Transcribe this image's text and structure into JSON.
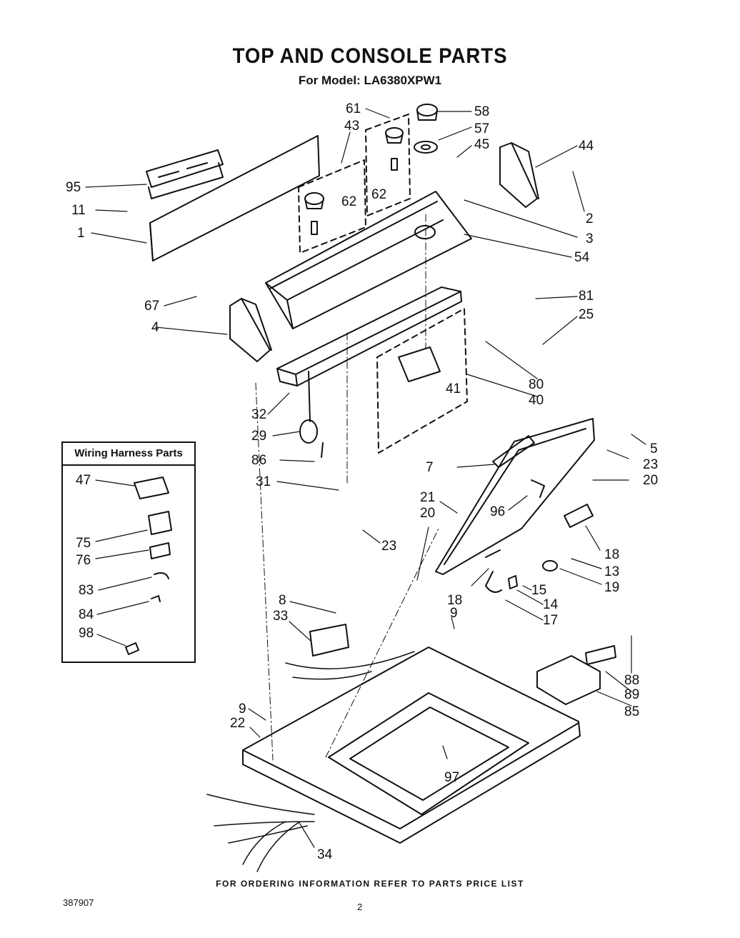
{
  "title": "TOP AND CONSOLE PARTS",
  "subtitle": "For Model: LA6380XPW1",
  "harness_box_title": "Wiring Harness Parts",
  "footer_note": "FOR ORDERING INFORMATION REFER TO PARTS PRICE LIST",
  "doc_number": "387907",
  "page_number": "2",
  "callouts": [
    {
      "id": "61",
      "label": "61"
    },
    {
      "id": "58",
      "label": "58"
    },
    {
      "id": "43",
      "label": "43"
    },
    {
      "id": "57",
      "label": "57"
    },
    {
      "id": "45",
      "label": "45"
    },
    {
      "id": "44",
      "label": "44"
    },
    {
      "id": "95",
      "label": "95"
    },
    {
      "id": "62a",
      "label": "62"
    },
    {
      "id": "62b",
      "label": "62"
    },
    {
      "id": "11",
      "label": "11"
    },
    {
      "id": "2",
      "label": "2"
    },
    {
      "id": "1",
      "label": "1"
    },
    {
      "id": "3",
      "label": "3"
    },
    {
      "id": "54",
      "label": "54"
    },
    {
      "id": "81",
      "label": "81"
    },
    {
      "id": "67",
      "label": "67"
    },
    {
      "id": "25",
      "label": "25"
    },
    {
      "id": "4",
      "label": "4"
    },
    {
      "id": "80",
      "label": "80"
    },
    {
      "id": "41",
      "label": "41"
    },
    {
      "id": "40",
      "label": "40"
    },
    {
      "id": "32",
      "label": "32"
    },
    {
      "id": "29",
      "label": "29"
    },
    {
      "id": "5",
      "label": "5"
    },
    {
      "id": "86",
      "label": "86"
    },
    {
      "id": "23a",
      "label": "23"
    },
    {
      "id": "7",
      "label": "7"
    },
    {
      "id": "20a",
      "label": "20"
    },
    {
      "id": "31",
      "label": "31"
    },
    {
      "id": "21",
      "label": "21"
    },
    {
      "id": "96",
      "label": "96"
    },
    {
      "id": "20b",
      "label": "20"
    },
    {
      "id": "23b",
      "label": "23"
    },
    {
      "id": "18a",
      "label": "18"
    },
    {
      "id": "13",
      "label": "13"
    },
    {
      "id": "19",
      "label": "19"
    },
    {
      "id": "15",
      "label": "15"
    },
    {
      "id": "18b",
      "label": "18"
    },
    {
      "id": "14",
      "label": "14"
    },
    {
      "id": "8",
      "label": "8"
    },
    {
      "id": "9a",
      "label": "9"
    },
    {
      "id": "17",
      "label": "17"
    },
    {
      "id": "33",
      "label": "33"
    },
    {
      "id": "88",
      "label": "88"
    },
    {
      "id": "89",
      "label": "89"
    },
    {
      "id": "85",
      "label": "85"
    },
    {
      "id": "9b",
      "label": "9"
    },
    {
      "id": "22",
      "label": "22"
    },
    {
      "id": "97",
      "label": "97"
    },
    {
      "id": "34",
      "label": "34"
    },
    {
      "id": "47",
      "label": "47"
    },
    {
      "id": "75",
      "label": "75"
    },
    {
      "id": "76",
      "label": "76"
    },
    {
      "id": "83",
      "label": "83"
    },
    {
      "id": "84",
      "label": "84"
    },
    {
      "id": "98",
      "label": "98"
    }
  ]
}
